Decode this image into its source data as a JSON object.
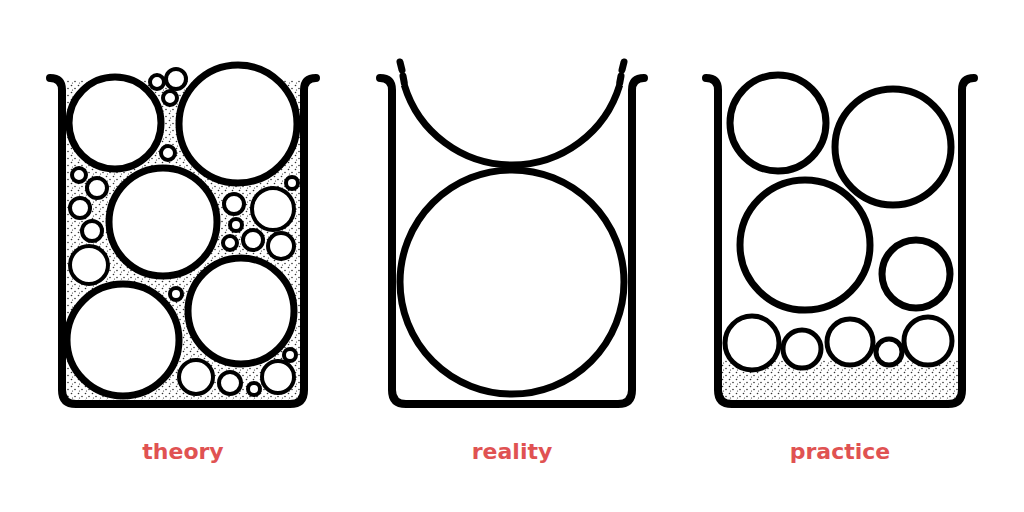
{
  "diagram": {
    "labels": [
      "theory",
      "reality",
      "practice"
    ]
  }
}
